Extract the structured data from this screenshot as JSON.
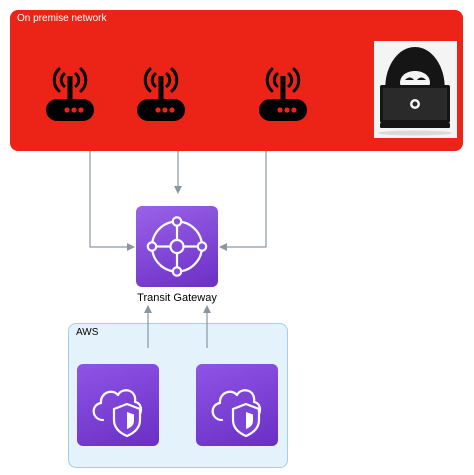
{
  "onprem": {
    "label": "On premise network"
  },
  "transit_gateway": {
    "label": "Transit Gateway"
  },
  "aws": {
    "label": "AWS"
  },
  "colors": {
    "onprem_background": "#ec2418",
    "aws_background": "#e3f2fb",
    "aws_border": "#a6cde4",
    "purple": "#7d44d8",
    "connector": "#8a97a3"
  },
  "icons": {
    "routers": [
      "wifi-router-icon",
      "wifi-router-icon",
      "wifi-router-icon"
    ],
    "hacker": "hacker-laptop-icon",
    "transit_gateway": "transit-gateway-icon",
    "vpcs": [
      "cloud-shield-icon",
      "cloud-shield-icon"
    ]
  }
}
